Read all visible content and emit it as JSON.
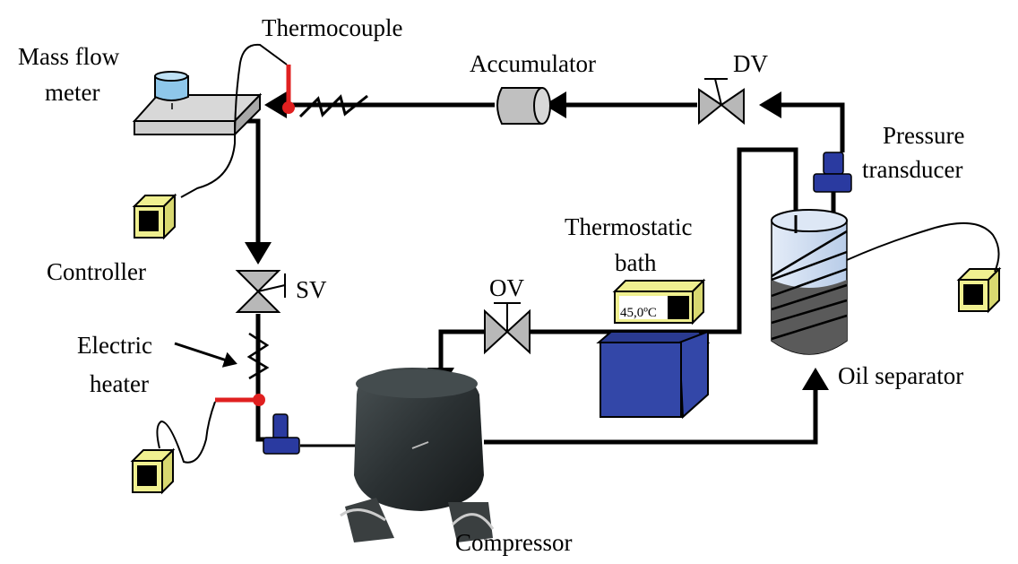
{
  "labels": {
    "thermocouple": "Thermocouple",
    "mass_flow_1": "Mass flow",
    "mass_flow_2": "meter",
    "accumulator": "Accumulator",
    "dv": "DV",
    "pressure_1": "Pressure",
    "pressure_2": "transducer",
    "thermostatic_1": "Thermostatic",
    "thermostatic_2": "bath",
    "ov": "OV",
    "sv": "SV",
    "controller": "Controller",
    "electric_1": "Electric",
    "electric_2": "heater",
    "oil_separator": "Oil separator",
    "compressor": "Compressor",
    "bath_display": "45,0ºC"
  },
  "colors": {
    "pipe": "#000000",
    "thermocouple": "#e02020",
    "controller": "#f0f090",
    "fitting": "#2a3aa0",
    "bath": "#3347a8",
    "valve": "#b8b8b8",
    "separator_top": "#c8d8f0",
    "separator_oil": "#5a5a5a",
    "compressor": "#2e3436"
  }
}
